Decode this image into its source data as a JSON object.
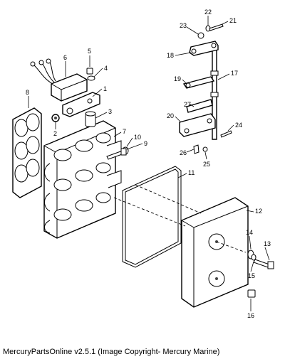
{
  "caption": "MercuryPartsOnline v2.5.1 (Image Copyright- Mercury Marine)",
  "callouts": [
    "1",
    "2",
    "3",
    "4",
    "5",
    "6",
    "7",
    "8",
    "9",
    "10",
    "11",
    "12",
    "13",
    "14",
    "15",
    "16",
    "17",
    "18",
    "19",
    "20",
    "21",
    "22",
    "23",
    "24",
    "25",
    "26",
    "27"
  ]
}
